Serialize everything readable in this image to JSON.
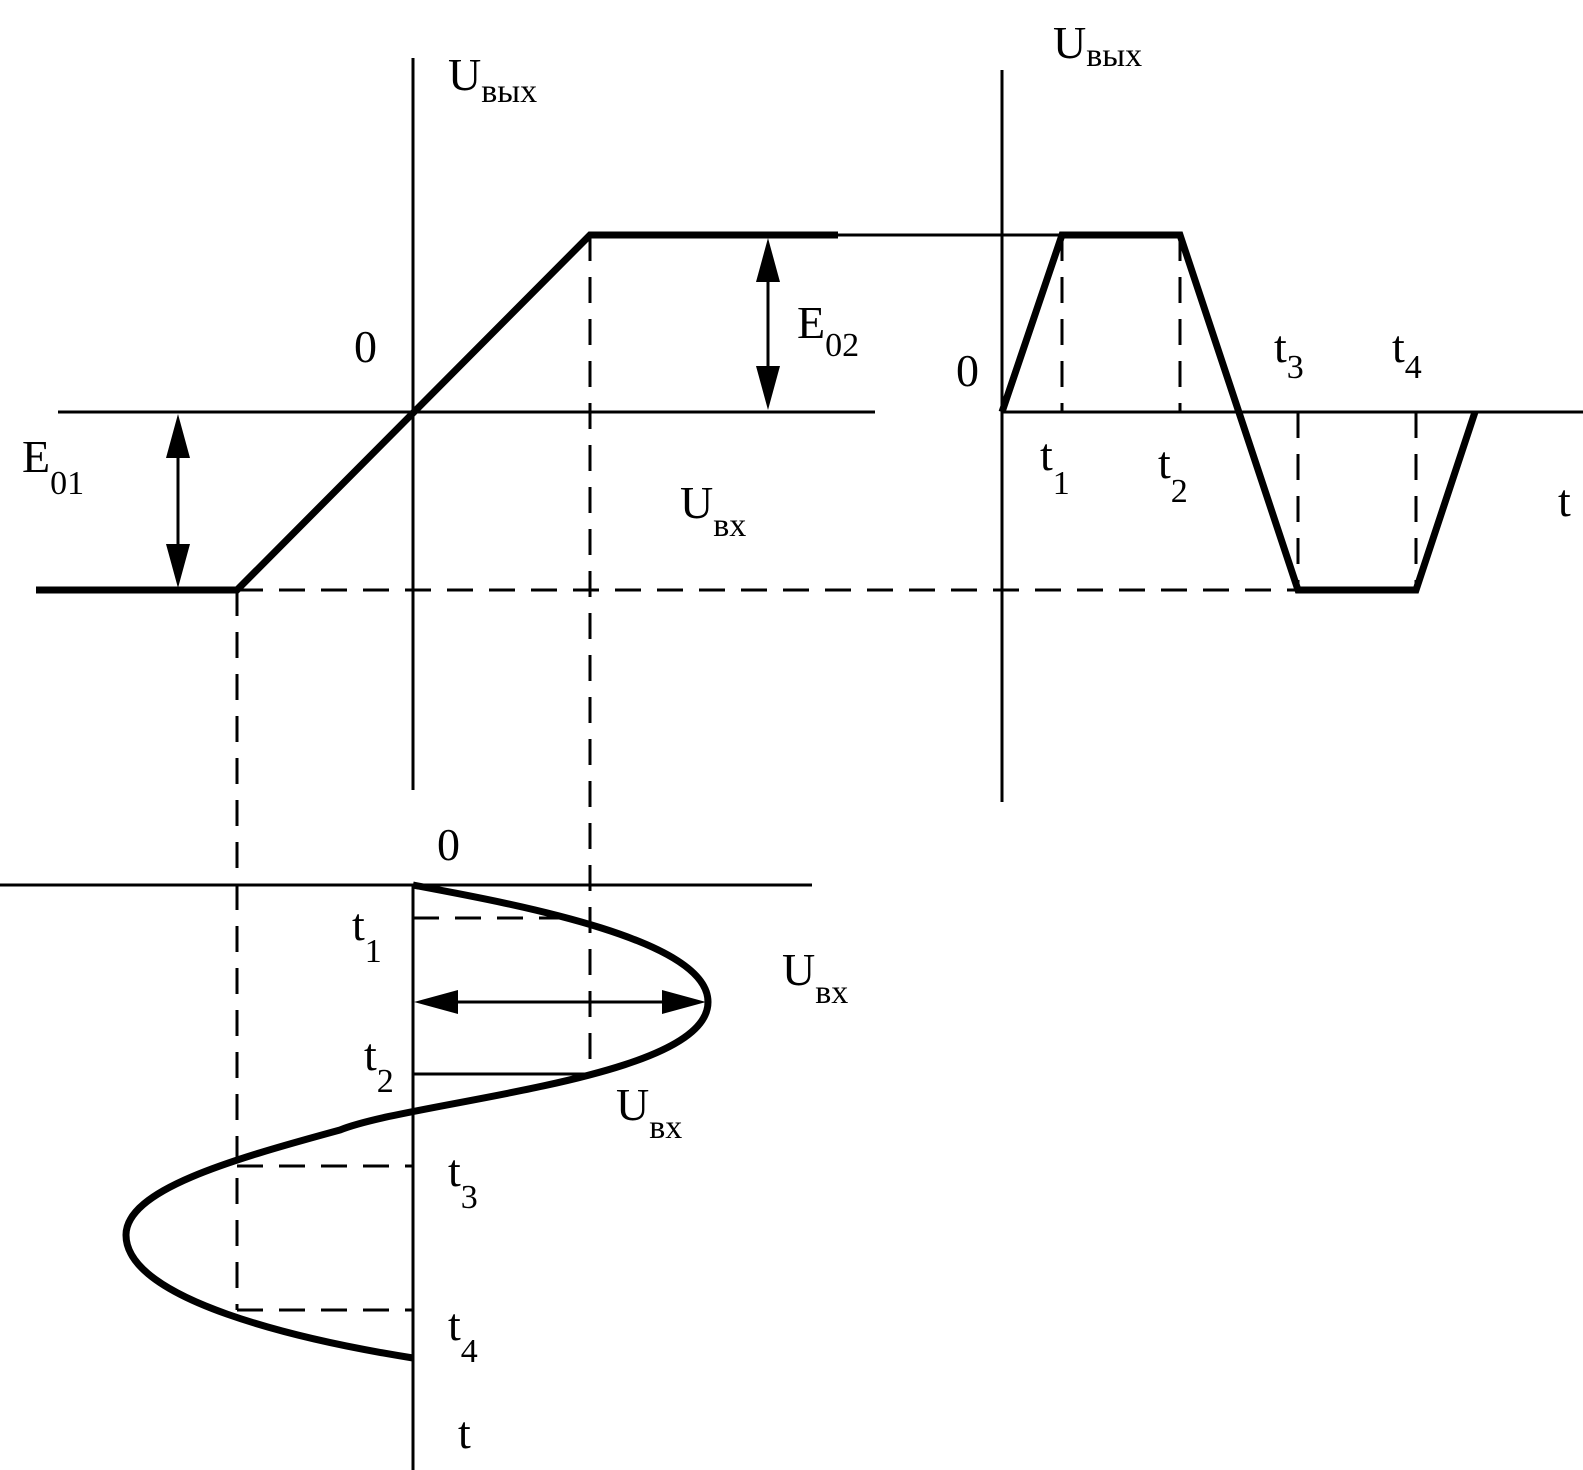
{
  "colors": {
    "ink": "#000000",
    "background": "#ffffff"
  },
  "labels": {
    "u_out": {
      "base": "U",
      "sub": "вых"
    },
    "u_in": {
      "base": "U",
      "sub": "вх"
    },
    "e01": {
      "base": "E",
      "sub": "01"
    },
    "e02": {
      "base": "E",
      "sub": "02"
    },
    "zero": "0",
    "t": "t",
    "t1": {
      "base": "t",
      "sub": "1"
    },
    "t2": {
      "base": "t",
      "sub": "2"
    },
    "t3": {
      "base": "t",
      "sub": "3"
    },
    "t4": {
      "base": "t",
      "sub": "4"
    }
  }
}
